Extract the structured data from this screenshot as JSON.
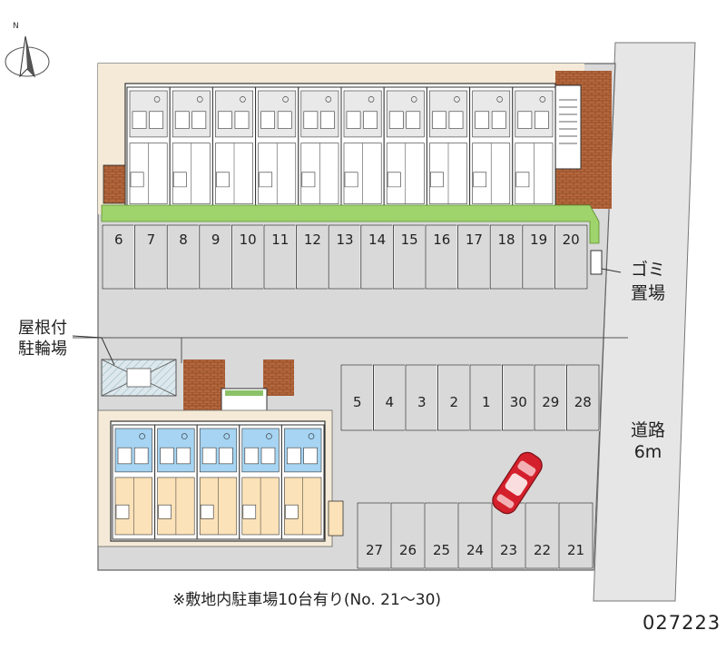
{
  "compass": {
    "north": "N"
  },
  "parking": {
    "top_row": [
      "6",
      "7",
      "8",
      "9",
      "10",
      "11",
      "12",
      "13",
      "14",
      "15",
      "16",
      "17",
      "18",
      "19",
      "20"
    ],
    "middle_row": [
      "5",
      "4",
      "3",
      "2",
      "1",
      "30",
      "29",
      "28"
    ],
    "bottom_row": [
      "27",
      "26",
      "25",
      "24",
      "23",
      "22",
      "21"
    ]
  },
  "labels": {
    "road": "道路\n6m",
    "garbage": "ゴミ\n置場",
    "bike_parking": "屋根付\n駐輪場",
    "note": "※敷地内駐車場10台有り(No. 21～30)",
    "property_code": "027223"
  },
  "colors": {
    "lot": "#d9d9d9",
    "road": "#e6e6e6",
    "hedge": "#9fd36b",
    "brick": "#b5673c",
    "unit_blue": "#a6d4f2",
    "unit_peach": "#fce2b8",
    "building_floor": "#f7ecd9",
    "car": "#d4202c"
  }
}
